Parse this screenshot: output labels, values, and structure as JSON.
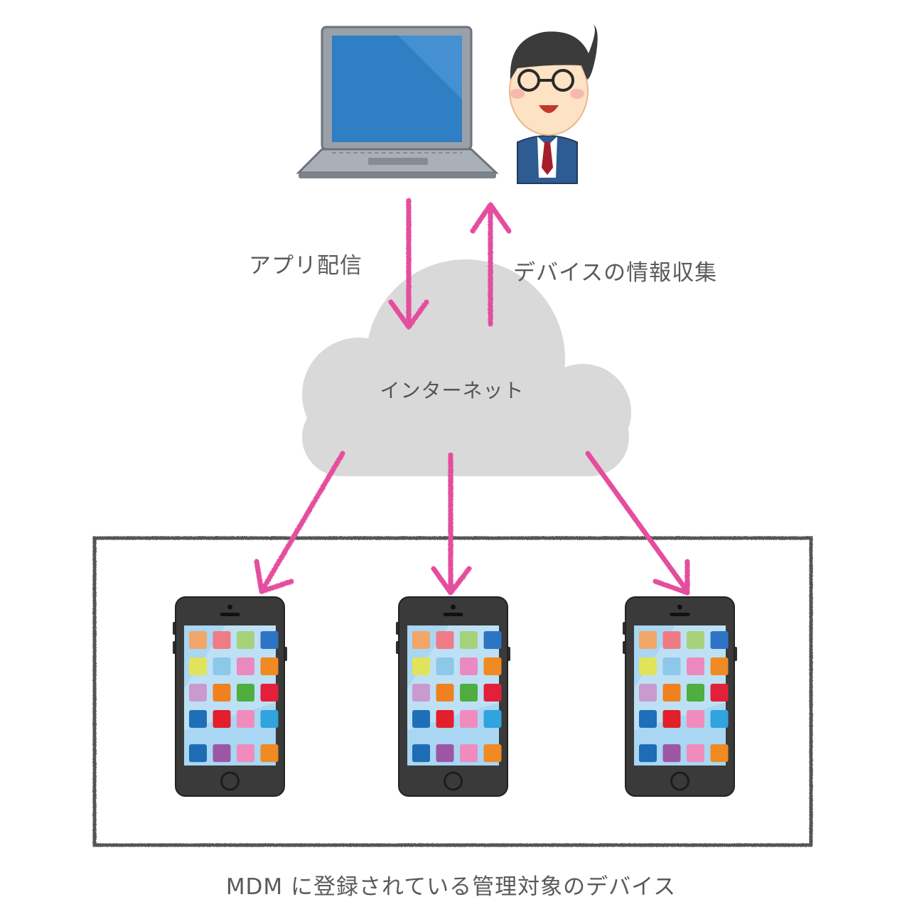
{
  "labels": {
    "app_distribution": "アプリ配信",
    "device_info_collection": "デバイスの情報収集",
    "internet": "インターネット",
    "managed_devices": "MDM に登録されている管理対象のデバイス"
  },
  "icons": {
    "admin_pc": "laptop-icon",
    "admin": "administrator-icon",
    "network": "cloud-icon",
    "device": "smartphone-icon"
  },
  "colors": {
    "arrow": "#e54d9e",
    "cloud": "#d9d9d9",
    "frame": "#555555",
    "phone_body": "#3a3a3a",
    "screen": "#a9d6f2",
    "laptop_screen": "#2f7fc4"
  },
  "app_colors": [
    [
      "#f2a66a",
      "#ee7b86",
      "#a6d17b",
      "#2e74c4"
    ],
    [
      "#e0e45a",
      "#8cc8ea",
      "#ea8ac0",
      "#f08a22"
    ],
    [
      "#c89ad0",
      "#f0811f",
      "#4fae3f",
      "#e2203a"
    ],
    [
      "#1f6fb8",
      "#e21f2a",
      "#ef8cbd",
      "#2fa4df"
    ],
    [
      "#1e6cb4",
      "#9d56a3",
      "#ef8cbd",
      "#f08a22"
    ]
  ]
}
